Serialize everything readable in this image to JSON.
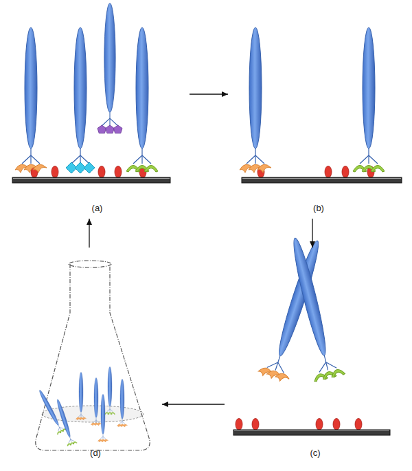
{
  "diagram": {
    "nodes": [
      {
        "text": [
          "(a)"
        ]
      },
      {
        "text": [
          "(b)"
        ]
      },
      {
        "text": [
          "(c)"
        ]
      },
      {
        "text": [
          "(d)"
        ]
      }
    ],
    "edges": [
      {
        "from": 0,
        "to": 1,
        "arrow": "to"
      },
      {
        "from": 1,
        "to": 2,
        "arrow": "to"
      },
      {
        "from": 2,
        "to": 3,
        "arrow": "to"
      },
      {
        "from": 3,
        "to": 0,
        "arrow": "to"
      }
    ]
  }
}
